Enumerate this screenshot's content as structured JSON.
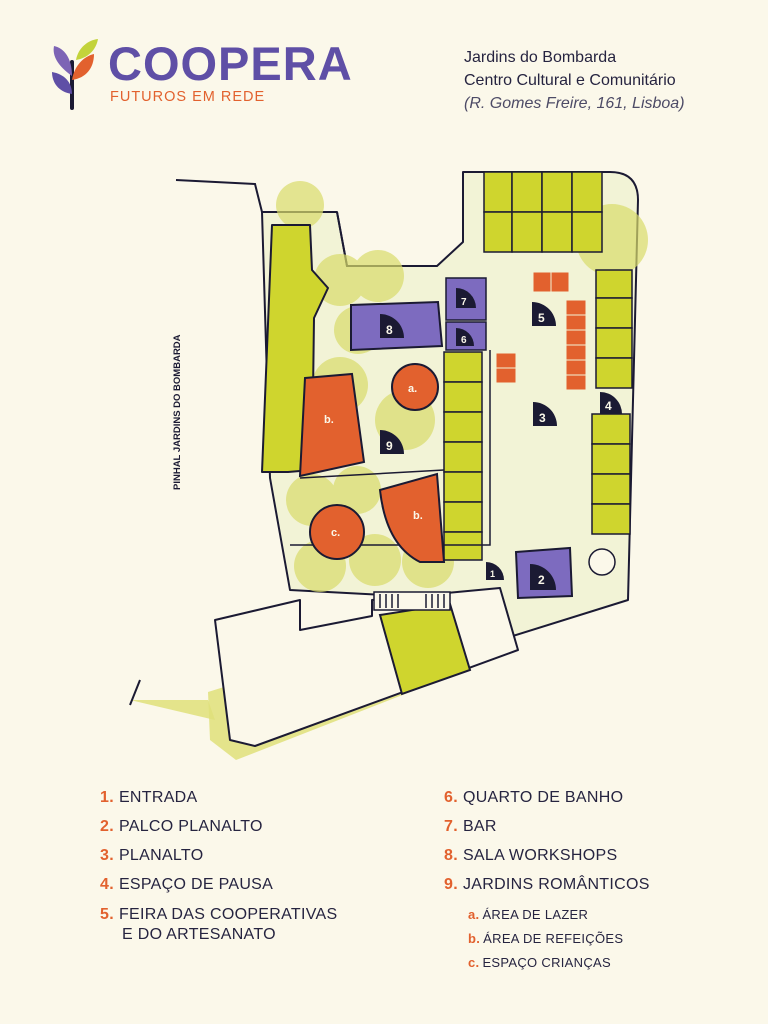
{
  "brand": {
    "name": "COOPERA",
    "tagline": "FUTUROS EM REDE",
    "colors": {
      "purple": "#5f4fa6",
      "orange": "#e2612e",
      "lime": "#d3d73a",
      "navy": "#1b1a33"
    }
  },
  "header": {
    "line1": "Jardins do Bombarda",
    "line2": "Centro Cultural e Comunitário",
    "address": "(R. Gomes Freire, 161, Lisboa)"
  },
  "map": {
    "street_label": "PINHAL JARDINS DO BOMBARDA",
    "markers": [
      "1",
      "2",
      "3",
      "4",
      "5",
      "6",
      "7",
      "8",
      "9",
      "a.",
      "b.",
      "b.",
      "c."
    ]
  },
  "legend": {
    "items": [
      {
        "num": "1.",
        "label": "ENTRADA"
      },
      {
        "num": "2.",
        "label": "PALCO PLANALTO"
      },
      {
        "num": "3.",
        "label": "PLANALTO"
      },
      {
        "num": "4.",
        "label": "ESPAÇO DE PAUSA"
      },
      {
        "num": "5.",
        "label": "FEIRA DAS COOPERATIVAS",
        "label2": "E DO ARTESANATO"
      },
      {
        "num": "6.",
        "label": "QUARTO DE BANHO"
      },
      {
        "num": "7.",
        "label": "BAR"
      },
      {
        "num": "8.",
        "label": "SALA WORKSHOPS"
      },
      {
        "num": "9.",
        "label": "JARDINS ROMÂNTICOS"
      }
    ],
    "sub": [
      {
        "num": "a.",
        "label": "ÁREA DE LAZER"
      },
      {
        "num": "b.",
        "label": "ÁREA DE REFEIÇÕES"
      },
      {
        "num": "c.",
        "label": "ESPAÇO CRIANÇAS"
      }
    ]
  }
}
